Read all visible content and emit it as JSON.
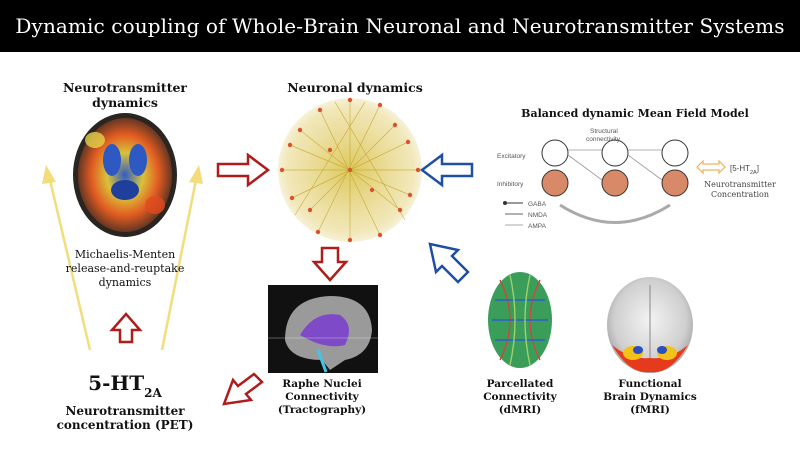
{
  "title": "Dynamic coupling of Whole-Brain Neuronal and Neurotransmitter Systems",
  "labels": {
    "nt_dynamics_line1": "Neurotransmitter",
    "nt_dynamics_line2": "dynamics",
    "neuronal_dynamics": "Neuronal dynamics",
    "mean_field_title": "Balanced dynamic Mean Field Model",
    "mm_line1": "Michaelis-Menten",
    "mm_line2": "release-and-reuptake",
    "mm_line3": "dynamics",
    "ht_base": "5-HT",
    "ht_sub": "2A",
    "pet_line1": "Neurotransmitter",
    "pet_line2": "concentration (PET)",
    "raphe_line1": "Raphe Nuclei",
    "raphe_line2": "Connectivity",
    "raphe_line3": "(Tractography)",
    "parc_line1": "Parcellated",
    "parc_line2": "Connectivity",
    "parc_line3": "(dMRI)",
    "func_line1": "Functional",
    "func_line2": "Brain Dynamics",
    "func_line3": "(fMRI)"
  },
  "model": {
    "excitatory": "Excitatory",
    "inhibitory": "Inhibitory",
    "structural": "Structural",
    "connectivity": "connectivity",
    "gaba": "GABA",
    "nmda": "NMDA",
    "ampa": "AMPA",
    "ht_label": "[5-HT",
    "ht_sub": "2A",
    "ht_close": "]",
    "nt_conc_line1": "Neurotransmitter",
    "nt_conc_line2": "Concentration"
  },
  "colors": {
    "red_arrow": "#b01c1c",
    "blue_arrow": "#1f4fa3",
    "yellow_arrow": "#f3dc7a",
    "orange_arrow": "#f0b060"
  }
}
